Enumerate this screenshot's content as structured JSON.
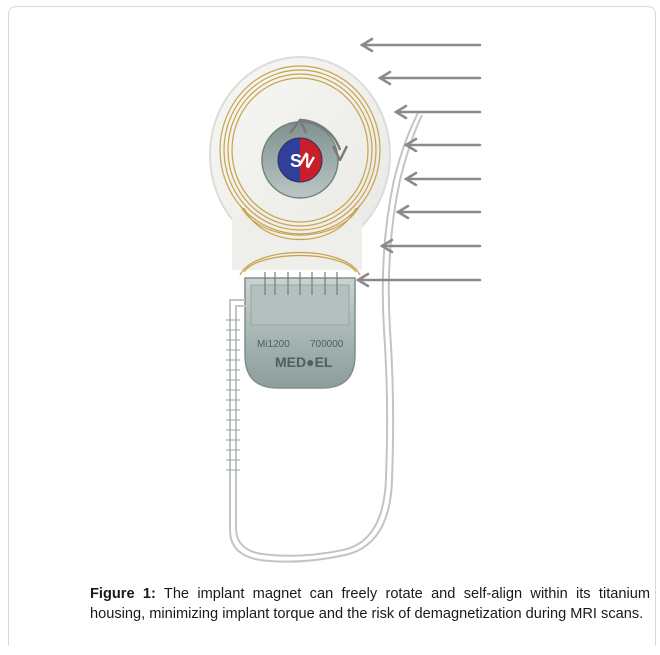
{
  "figure": {
    "device": {
      "model_code": "Mi1200",
      "serial": "700000",
      "brand": "MED●EL",
      "magnet_poles": [
        "S",
        "N"
      ]
    },
    "colors": {
      "arrow": "#8a8a8a",
      "housing": "#9eadab",
      "coil": "#c9a24a",
      "magnet_south": "#2f3f9a",
      "magnet_north": "#c8202a"
    },
    "icons": [
      "rotation-arrow-icon",
      "field-arrow-icon"
    ]
  },
  "caption": {
    "label": "Figure 1:",
    "text": "The implant magnet can freely rotate and self-align within its titanium housing, minimizing implant torque and the risk of demagnetization during MRI scans."
  }
}
